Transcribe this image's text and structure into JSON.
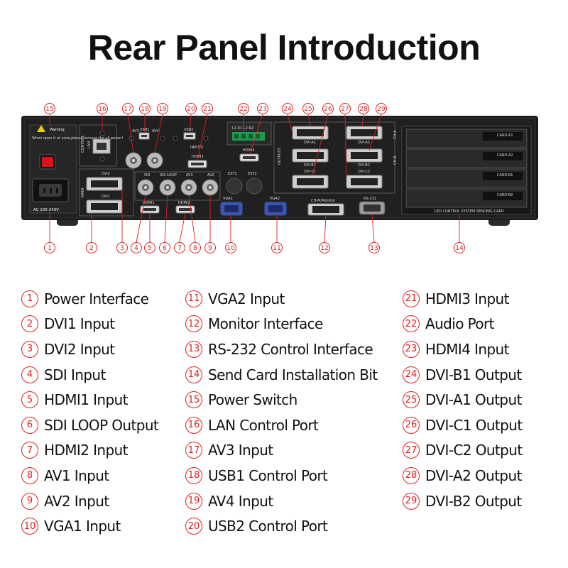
{
  "title": "Rear Panel Introduction",
  "colors": {
    "accent": "#e02020",
    "panel": "#1c1c1c",
    "text": "#111111"
  },
  "panel_labels": {
    "warning": "Warning:",
    "warning_text": "When open it at once,please remove the all power!",
    "ac": "AC 100-240V",
    "lan": "LAN",
    "control": "CONTROL",
    "main": "MAIN",
    "dvi2": "DVI2",
    "dvi1": "DVI1",
    "av3": "AV3",
    "av4": "AV4",
    "usb1": "USB1",
    "usb2": "USB2",
    "hdmi3": "HDMI3",
    "hdmi4": "HDMI4",
    "inputs": "INPUTS",
    "sdi": "SDI",
    "sdi_loop": "SDI-LOOP",
    "av1": "AV1",
    "av2": "AV2",
    "ext1": "EXT1",
    "ext2": "EXT2",
    "hdmi1": "HDMI1",
    "hdmi2": "HDMI2",
    "vga1": "VGA1",
    "vga2": "VGA2",
    "audio": "L1 R1  L2 R2",
    "outputs": "OUTPUTS",
    "dvi_a1": "DVI-A1",
    "dvi_a2": "DVI-A2",
    "dvi_b1": "DVI-B1",
    "dvi_b2": "DVI-B2",
    "dvi_c1": "DVI-C1",
    "dvi_c2": "DVI-C2",
    "ch_a": "CH-A",
    "ch_b": "CH-B",
    "ch_monitor": "CH-M/Monitor",
    "rs232": "RS-232",
    "card_a1": "CARD-A1",
    "card_a2": "CARD-A2",
    "card_b1": "CARD-B1",
    "card_b2": "CARD-B2",
    "sending_card": "LED CONTROL SYSTEM SENDING CARD"
  },
  "legend": [
    {
      "num": "1",
      "label": "Power Interface"
    },
    {
      "num": "2",
      "label": "DVI1 Input"
    },
    {
      "num": "3",
      "label": "DVI2 Input"
    },
    {
      "num": "4",
      "label": "SDI Input"
    },
    {
      "num": "5",
      "label": "HDMI1 Input"
    },
    {
      "num": "6",
      "label": "SDI LOOP Output"
    },
    {
      "num": "7",
      "label": "HDMI2 Input"
    },
    {
      "num": "8",
      "label": "AV1 Input"
    },
    {
      "num": "9",
      "label": "AV2 Input"
    },
    {
      "num": "10",
      "label": "VGA1 Input"
    },
    {
      "num": "11",
      "label": "VGA2 Input"
    },
    {
      "num": "12",
      "label": "Monitor Interface"
    },
    {
      "num": "13",
      "label": "RS-232 Control Interface"
    },
    {
      "num": "14",
      "label": "Send Card Installation Bit"
    },
    {
      "num": "15",
      "label": "Power Switch"
    },
    {
      "num": "16",
      "label": "LAN Control Port"
    },
    {
      "num": "17",
      "label": "AV3 Input"
    },
    {
      "num": "18",
      "label": "USB1 Control Port"
    },
    {
      "num": "19",
      "label": "AV4 Input"
    },
    {
      "num": "20",
      "label": "USB2 Control Port"
    },
    {
      "num": "21",
      "label": "HDMI3 Input"
    },
    {
      "num": "22",
      "label": "Audio Port"
    },
    {
      "num": "23",
      "label": "HDMI4 Input"
    },
    {
      "num": "24",
      "label": "DVI-B1 Output"
    },
    {
      "num": "25",
      "label": "DVI-A1 Output"
    },
    {
      "num": "26",
      "label": "DVI-C1 Output"
    },
    {
      "num": "27",
      "label": "DVI-C2 Output"
    },
    {
      "num": "28",
      "label": "DVI-A2 Output"
    },
    {
      "num": "29",
      "label": "DVI-B2 Output"
    }
  ]
}
